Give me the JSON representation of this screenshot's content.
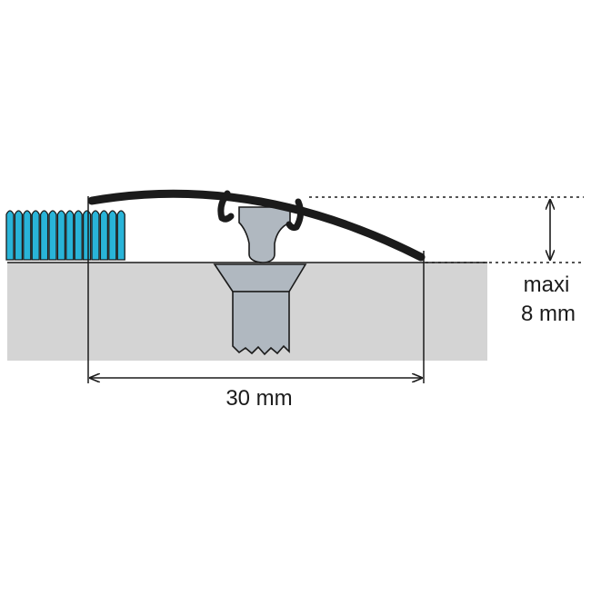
{
  "dimensions": {
    "width_label": "30 mm",
    "height_label_line1": "maxi",
    "height_label_line2": "8 mm"
  },
  "colors": {
    "floor": "#d4d4d4",
    "carpet": "#29b4d8",
    "screw": "#b0b8c0",
    "profile": "#1b1b1b",
    "line": "#1b1b1b"
  }
}
